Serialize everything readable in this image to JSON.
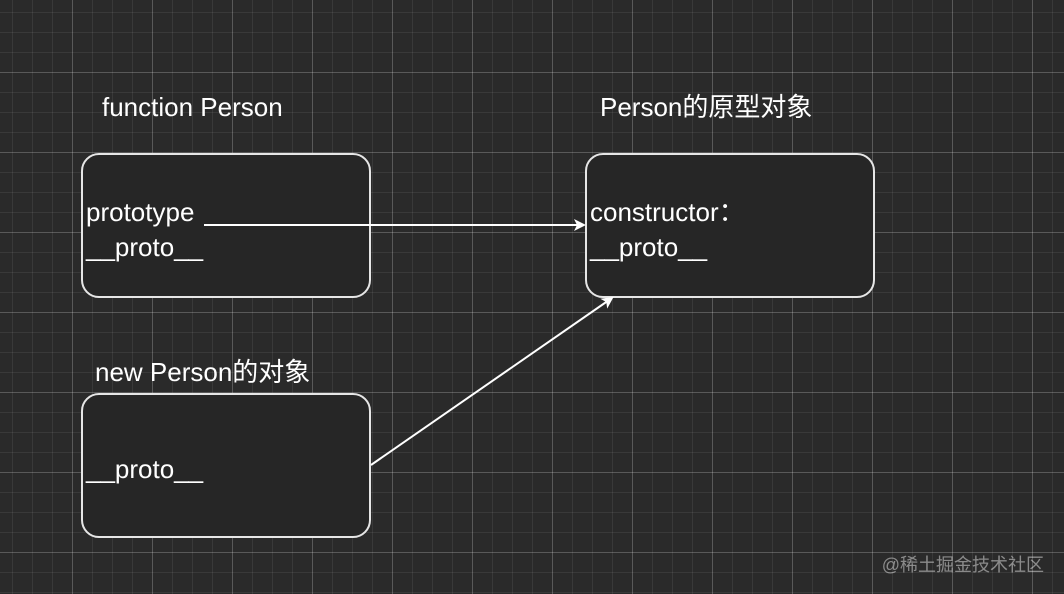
{
  "nodes": {
    "function_person": {
      "title": "function Person",
      "fields": [
        "prototype",
        "__proto__"
      ]
    },
    "person_prototype": {
      "title": "Person的原型对象",
      "fields": [
        "constructor：",
        "__proto__"
      ]
    },
    "person_instance": {
      "title": "new Person的对象",
      "fields": [
        "__proto__"
      ]
    }
  },
  "edges": [
    {
      "from": "function_person.prototype",
      "to": "person_prototype"
    },
    {
      "from": "person_instance.__proto__",
      "to": "person_prototype"
    }
  ],
  "watermark": "@稀土掘金技术社区",
  "colors": {
    "background": "#2a2a2a",
    "box_border": "#e6e6e6",
    "text": "#ffffff",
    "arrow": "#ffffff"
  }
}
